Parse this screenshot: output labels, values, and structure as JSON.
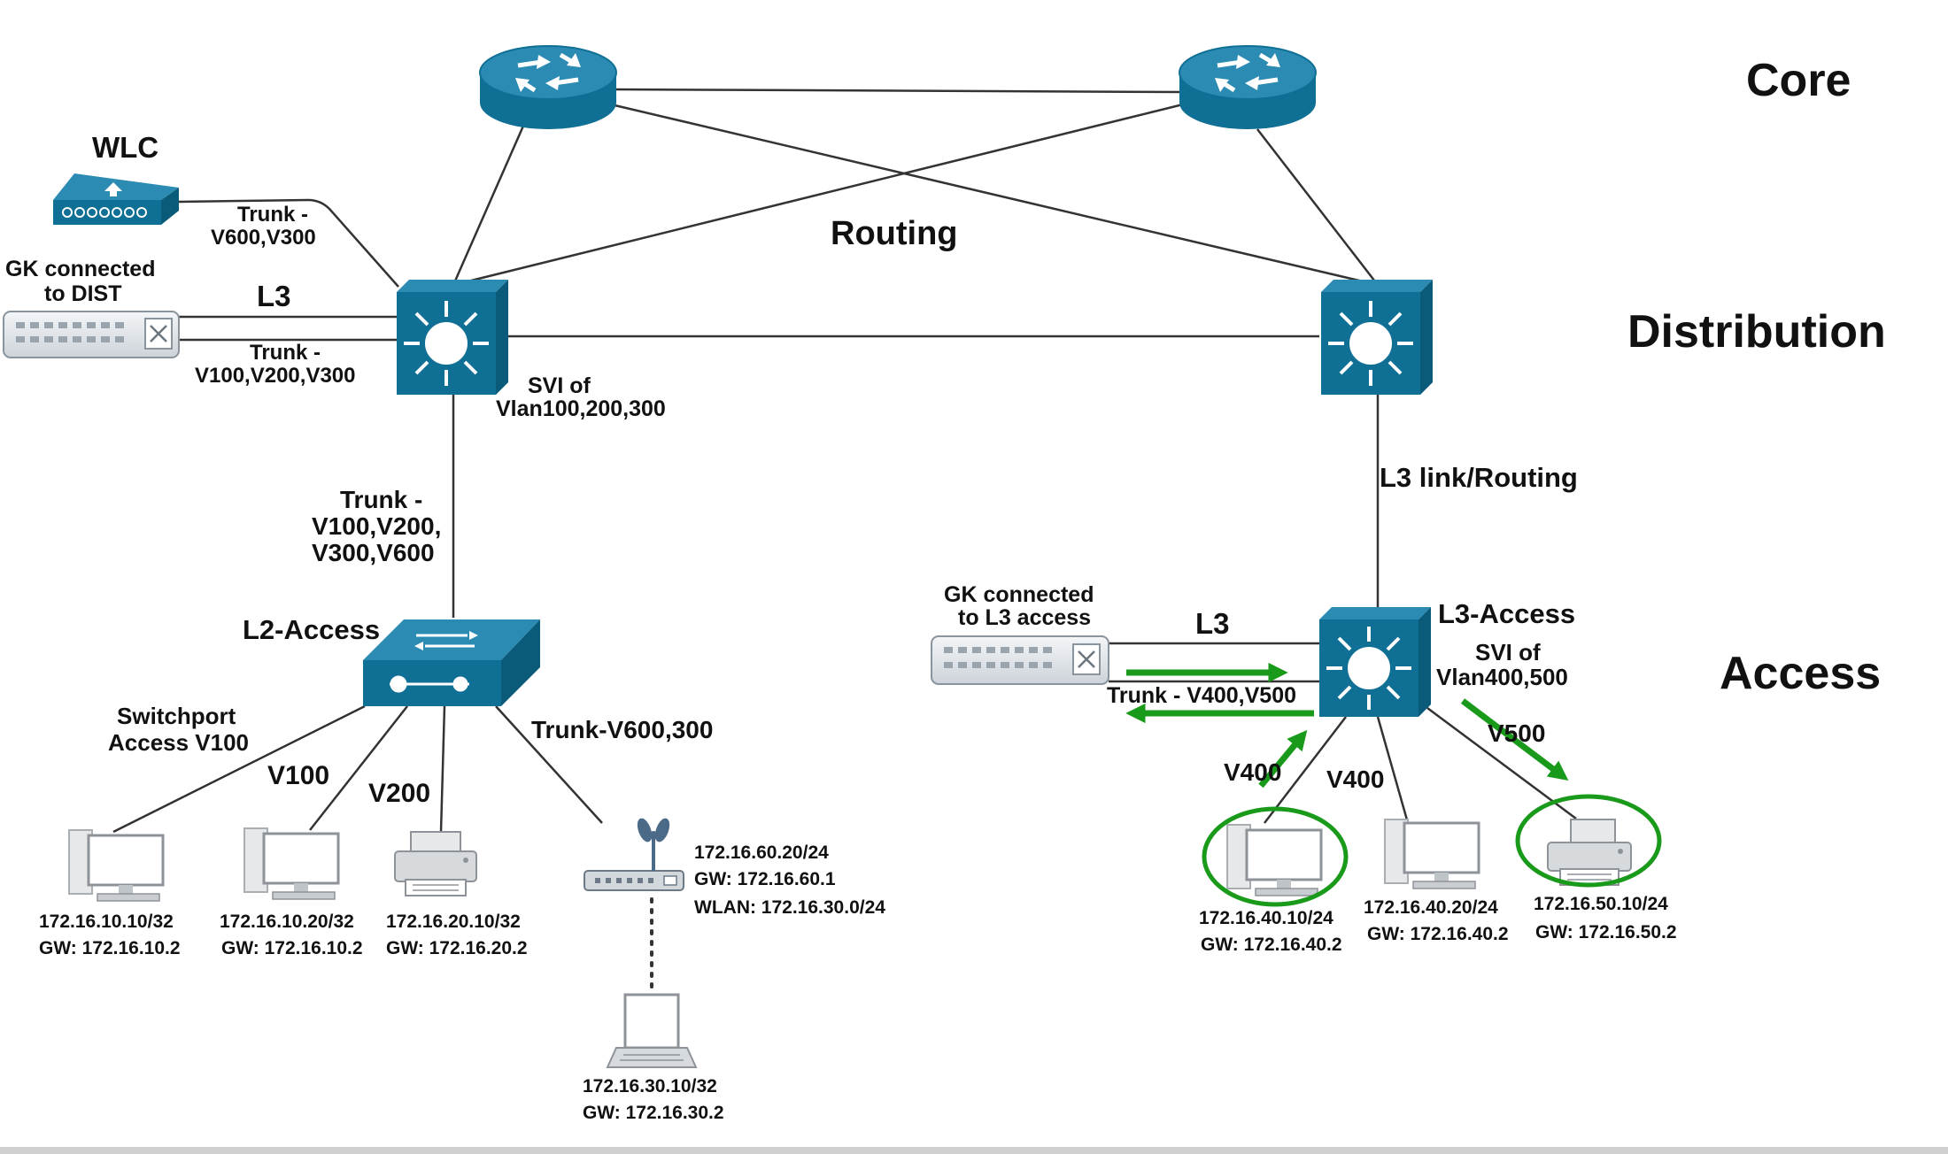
{
  "tiers": {
    "core": "Core",
    "distribution": "Distribution",
    "access": "Access"
  },
  "routing": "Routing",
  "wlc": {
    "title": "WLC",
    "link": [
      "Trunk -",
      "V600,V300"
    ]
  },
  "gk_dist": {
    "title": [
      "GK connected",
      "to DIST"
    ],
    "l3": "L3",
    "trunk": [
      "Trunk -",
      "V100,V200,V300"
    ]
  },
  "dist_left": {
    "svi": [
      "SVI of",
      "Vlan100,200,300"
    ]
  },
  "trunk_to_access": [
    "Trunk -",
    "V100,V200,",
    "V300,V600"
  ],
  "l2_access": {
    "title": "L2-Access",
    "switchport": [
      "Switchport",
      "Access V100"
    ],
    "v100": "V100",
    "v200": "V200",
    "trunk_ap": "Trunk-V600,300"
  },
  "pc1": [
    "172.16.10.10/32",
    "GW: 172.16.10.2"
  ],
  "pc2": [
    "172.16.10.20/32",
    "GW: 172.16.10.2"
  ],
  "printer1": [
    "172.16.20.10/32",
    "GW: 172.16.20.2"
  ],
  "ap": [
    "172.16.60.20/24",
    "GW: 172.16.60.1",
    "WLAN: 172.16.30.0/24"
  ],
  "laptop": [
    "172.16.30.10/32",
    "GW: 172.16.30.2"
  ],
  "l3_link": "L3 link/Routing",
  "gk_access": {
    "title": [
      "GK connected",
      "to L3 access"
    ],
    "l3": "L3",
    "trunk": "Trunk - V400,V500"
  },
  "l3_access": {
    "title": "L3-Access",
    "svi": [
      "SVI of",
      "Vlan400,500"
    ],
    "v400a": "V400",
    "v400b": "V400",
    "v500": "V500"
  },
  "pc3": [
    "172.16.40.10/24",
    "GW: 172.16.40.2"
  ],
  "pc4": [
    "172.16.40.20/24",
    "GW: 172.16.40.2"
  ],
  "printer2": [
    "172.16.50.10/24",
    "GW: 172.16.50.2"
  ],
  "colors": {
    "device": "#0f6f94",
    "device_top": "#2b8bb3",
    "highlight": "#1a9a1a",
    "link": "#333333"
  }
}
